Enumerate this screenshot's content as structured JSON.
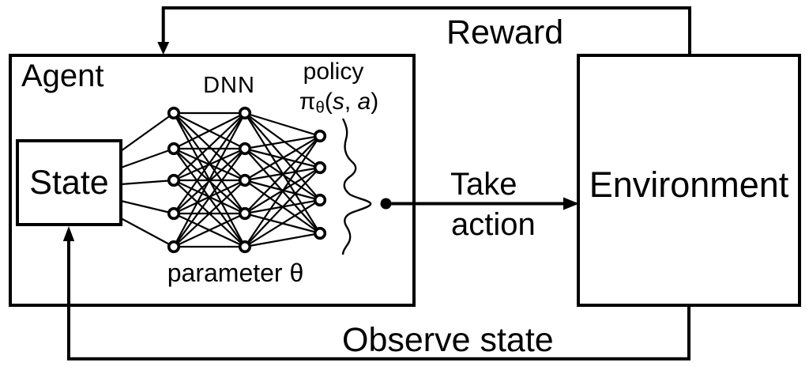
{
  "labels": {
    "agent": "Agent",
    "state": "State",
    "environment": "Environment",
    "dnn": "DNN",
    "policy": "policy",
    "parameter": "parameter θ",
    "reward": "Reward",
    "take_line1": "Take",
    "take_line2": "action",
    "observe": "Observe state"
  },
  "formula": {
    "pi": "π",
    "sub": "θ",
    "open": "(",
    "s": "s",
    "comma": ", ",
    "a": "a",
    "close": ")"
  },
  "network": {
    "layers": [
      5,
      5,
      4
    ]
  },
  "colors": {
    "ink": "#000000",
    "background": "#ffffff"
  }
}
